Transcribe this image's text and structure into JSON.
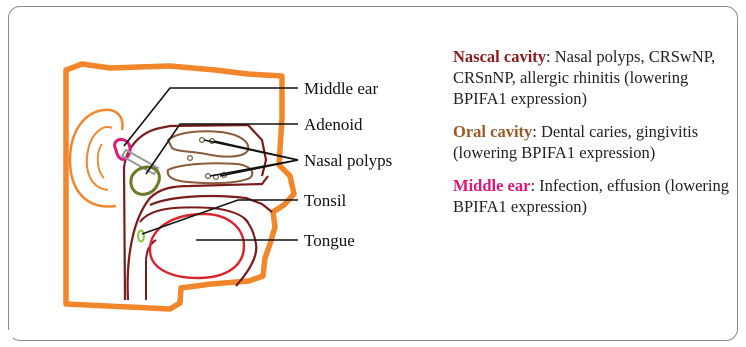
{
  "colors": {
    "head_outline": "#f2862a",
    "tissue_dark": "#7a1c1c",
    "tongue": "#d8242c",
    "middle_ear": "#e0157a",
    "adenoid": "#6b7a2a",
    "tonsil": "#8cc63f",
    "nasal_term": "#8b1a1a",
    "oral_term": "#9a5a22",
    "ear_term": "#e0157a",
    "frame": "#8a8a8a"
  },
  "labels": {
    "middle_ear": "Middle ear",
    "adenoid": "Adenoid",
    "nasal_polyps": "Nasal polyps",
    "tonsil": "Tonsil",
    "tongue": "Tongue"
  },
  "notes": [
    {
      "term": "Nascal cavity",
      "text": ": Nasal polyps, CRSwNP, CRSnNP, allergic rhinitis (lowering BPIFA1 expression)",
      "color": "#8b1a1a"
    },
    {
      "term": "Oral cavity",
      "text": ": Dental caries, gingivitis (lowering BPIFA1 expression)",
      "color": "#9a5a22"
    },
    {
      "term": "Middle ear",
      "text": ": Infection, effusion (lowering BPIFA1 expression)",
      "color": "#e0157a"
    }
  ]
}
